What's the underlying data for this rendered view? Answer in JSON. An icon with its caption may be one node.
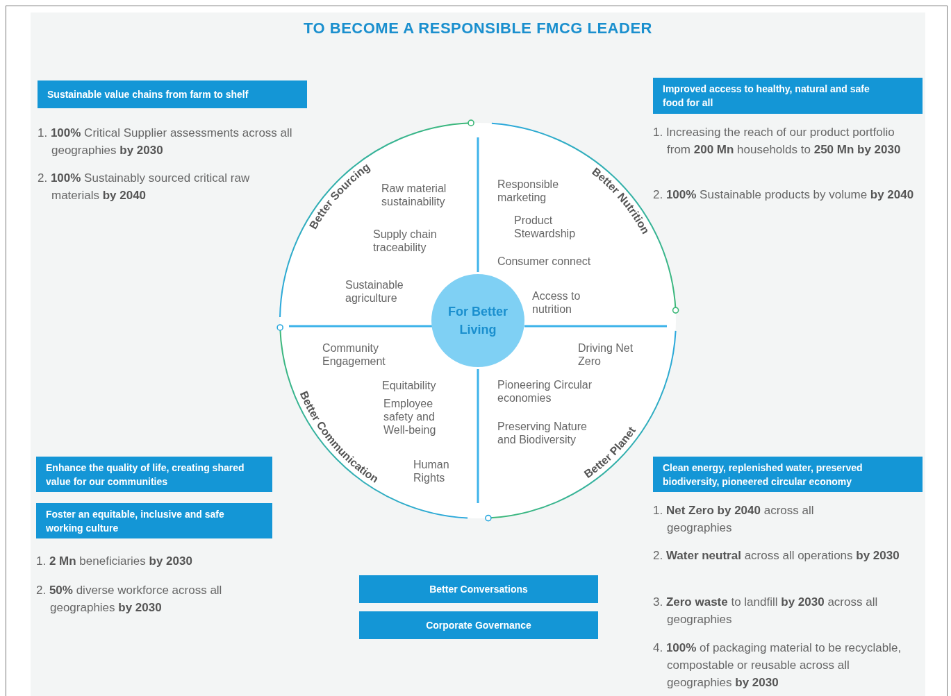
{
  "diagram": {
    "title": "TO BECOME A RESPONSIBLE FMCG LEADER",
    "nodes": [
      {
        "text": [
          "Sustainable value chains from farm to shelf"
        ]
      },
      {
        "text": [
          "Improved access to healthy, natural and safe food for all"
        ]
      },
      {
        "text": [
          "For Better Living"
        ]
      },
      {
        "text": [
          "Enhance the quality of life, creating shared value for our communities"
        ]
      },
      {
        "text": [
          "Clean energy, replenished water, preserved biodiversity, pioneered circular economy"
        ]
      },
      {
        "text": [
          "Foster an equitable, inclusive and safe working culture"
        ]
      },
      {
        "text": [
          "Better Conversations"
        ]
      },
      {
        "text": [
          "Corporate Governance"
        ]
      }
    ],
    "labels": [
      "1. **100%** Critical Supplier assessments across all geographies **by 2030**",
      "2. **100%** Sustainably sourced critical raw materials **by 2040**",
      "1. Increasing the reach of our product portfolio from **200 Mn** households to **250 Mn by 2030**",
      "2. **100%** Sustainable products by volume **by 2040**",
      "Better Sourcing",
      "Better Nutrition",
      "Raw material sustainability",
      "Responsible marketing",
      "Product Stewardship",
      "Supply chain traceability",
      "Consumer connect",
      "Sustainable agriculture",
      "Access to nutrition",
      "Community Engagement",
      "Driving Net Zero",
      "Equitability",
      "Pioneering Circular economies",
      "Employee safety and Well-being",
      "Preserving Nature and Biodiversity",
      "Human Rights",
      "Better Communication",
      "Better Planet",
      "1. **Net Zero by 2040** across all geographies",
      "1. **2 Mn** beneficiaries **by 2030**",
      "2. **Water neutral** across all operations **by 2030**",
      "2. **50%** diverse workforce across all geographies **by 2030**",
      "3. **Zero waste** to landfill **by 2030** across all geographies",
      "4. **100%** of packaging material to be recyclable, compostable or reusable across all geographies **by 2030**"
    ]
  }
}
